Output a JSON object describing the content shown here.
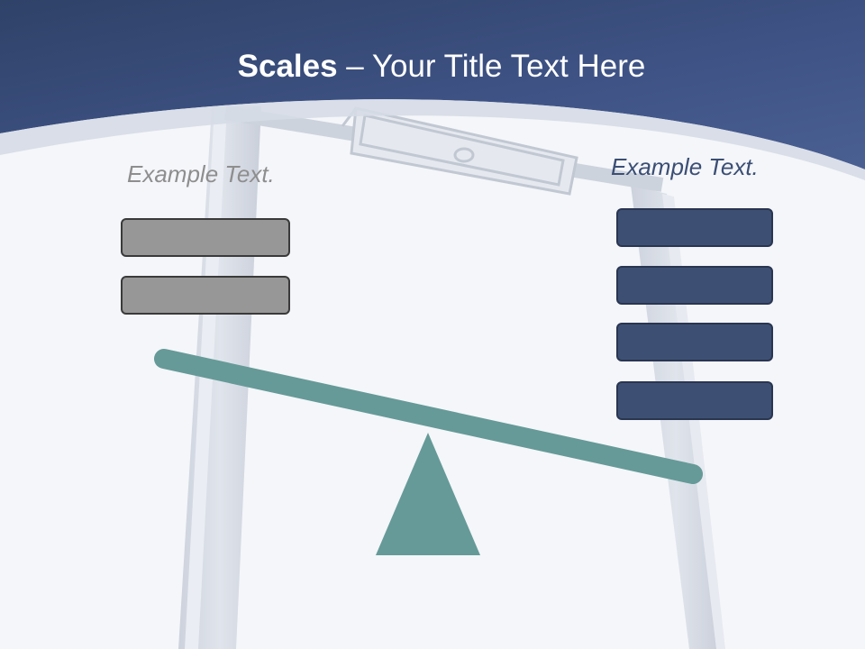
{
  "slide": {
    "title_bold": "Scales",
    "title_rest": " – Your Title Text Here",
    "left_label": "Example Text.",
    "right_label": "Example Text."
  },
  "left_boxes": [
    "",
    ""
  ],
  "right_boxes": [
    "",
    "",
    "",
    ""
  ],
  "colors": {
    "header": "#3e5180",
    "grey_box": "#979797",
    "blue_box": "#3d5074",
    "beam": "#669a98",
    "fulcrum": "#669a98",
    "left_label": "#8e8e8e",
    "right_label": "#3b4e74"
  }
}
